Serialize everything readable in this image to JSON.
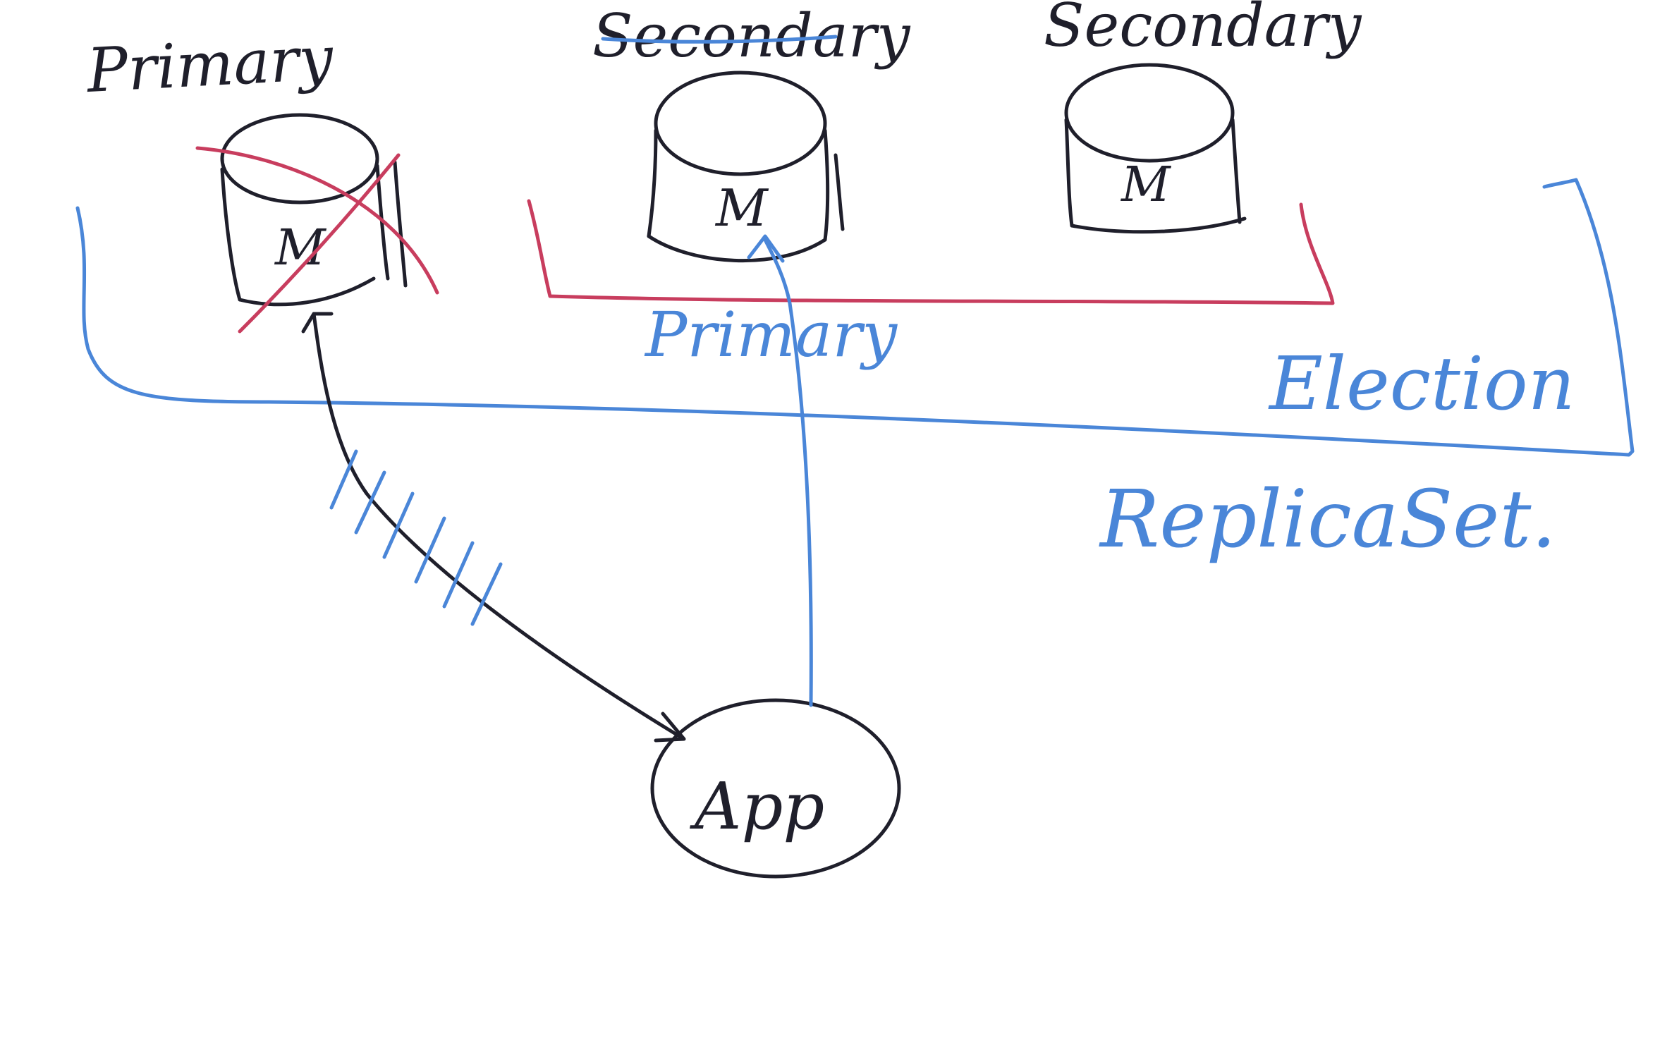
{
  "colors": {
    "ink_dark": "#1f1f2b",
    "ink_blue": "#4a86d8",
    "ink_red": "#c83d5e",
    "background": "#ffffff"
  },
  "nodes": {
    "old_primary": {
      "heading": "Primary",
      "db_label": "M"
    },
    "middle_node": {
      "heading": "Secondary",
      "db_label": "M",
      "new_role": "Primary"
    },
    "right_node": {
      "heading": "Secondary",
      "db_label": "M"
    },
    "app": {
      "label": "App"
    }
  },
  "groups": {
    "election": {
      "label": "Election"
    },
    "replica_set": {
      "label": "ReplicaSet."
    }
  }
}
